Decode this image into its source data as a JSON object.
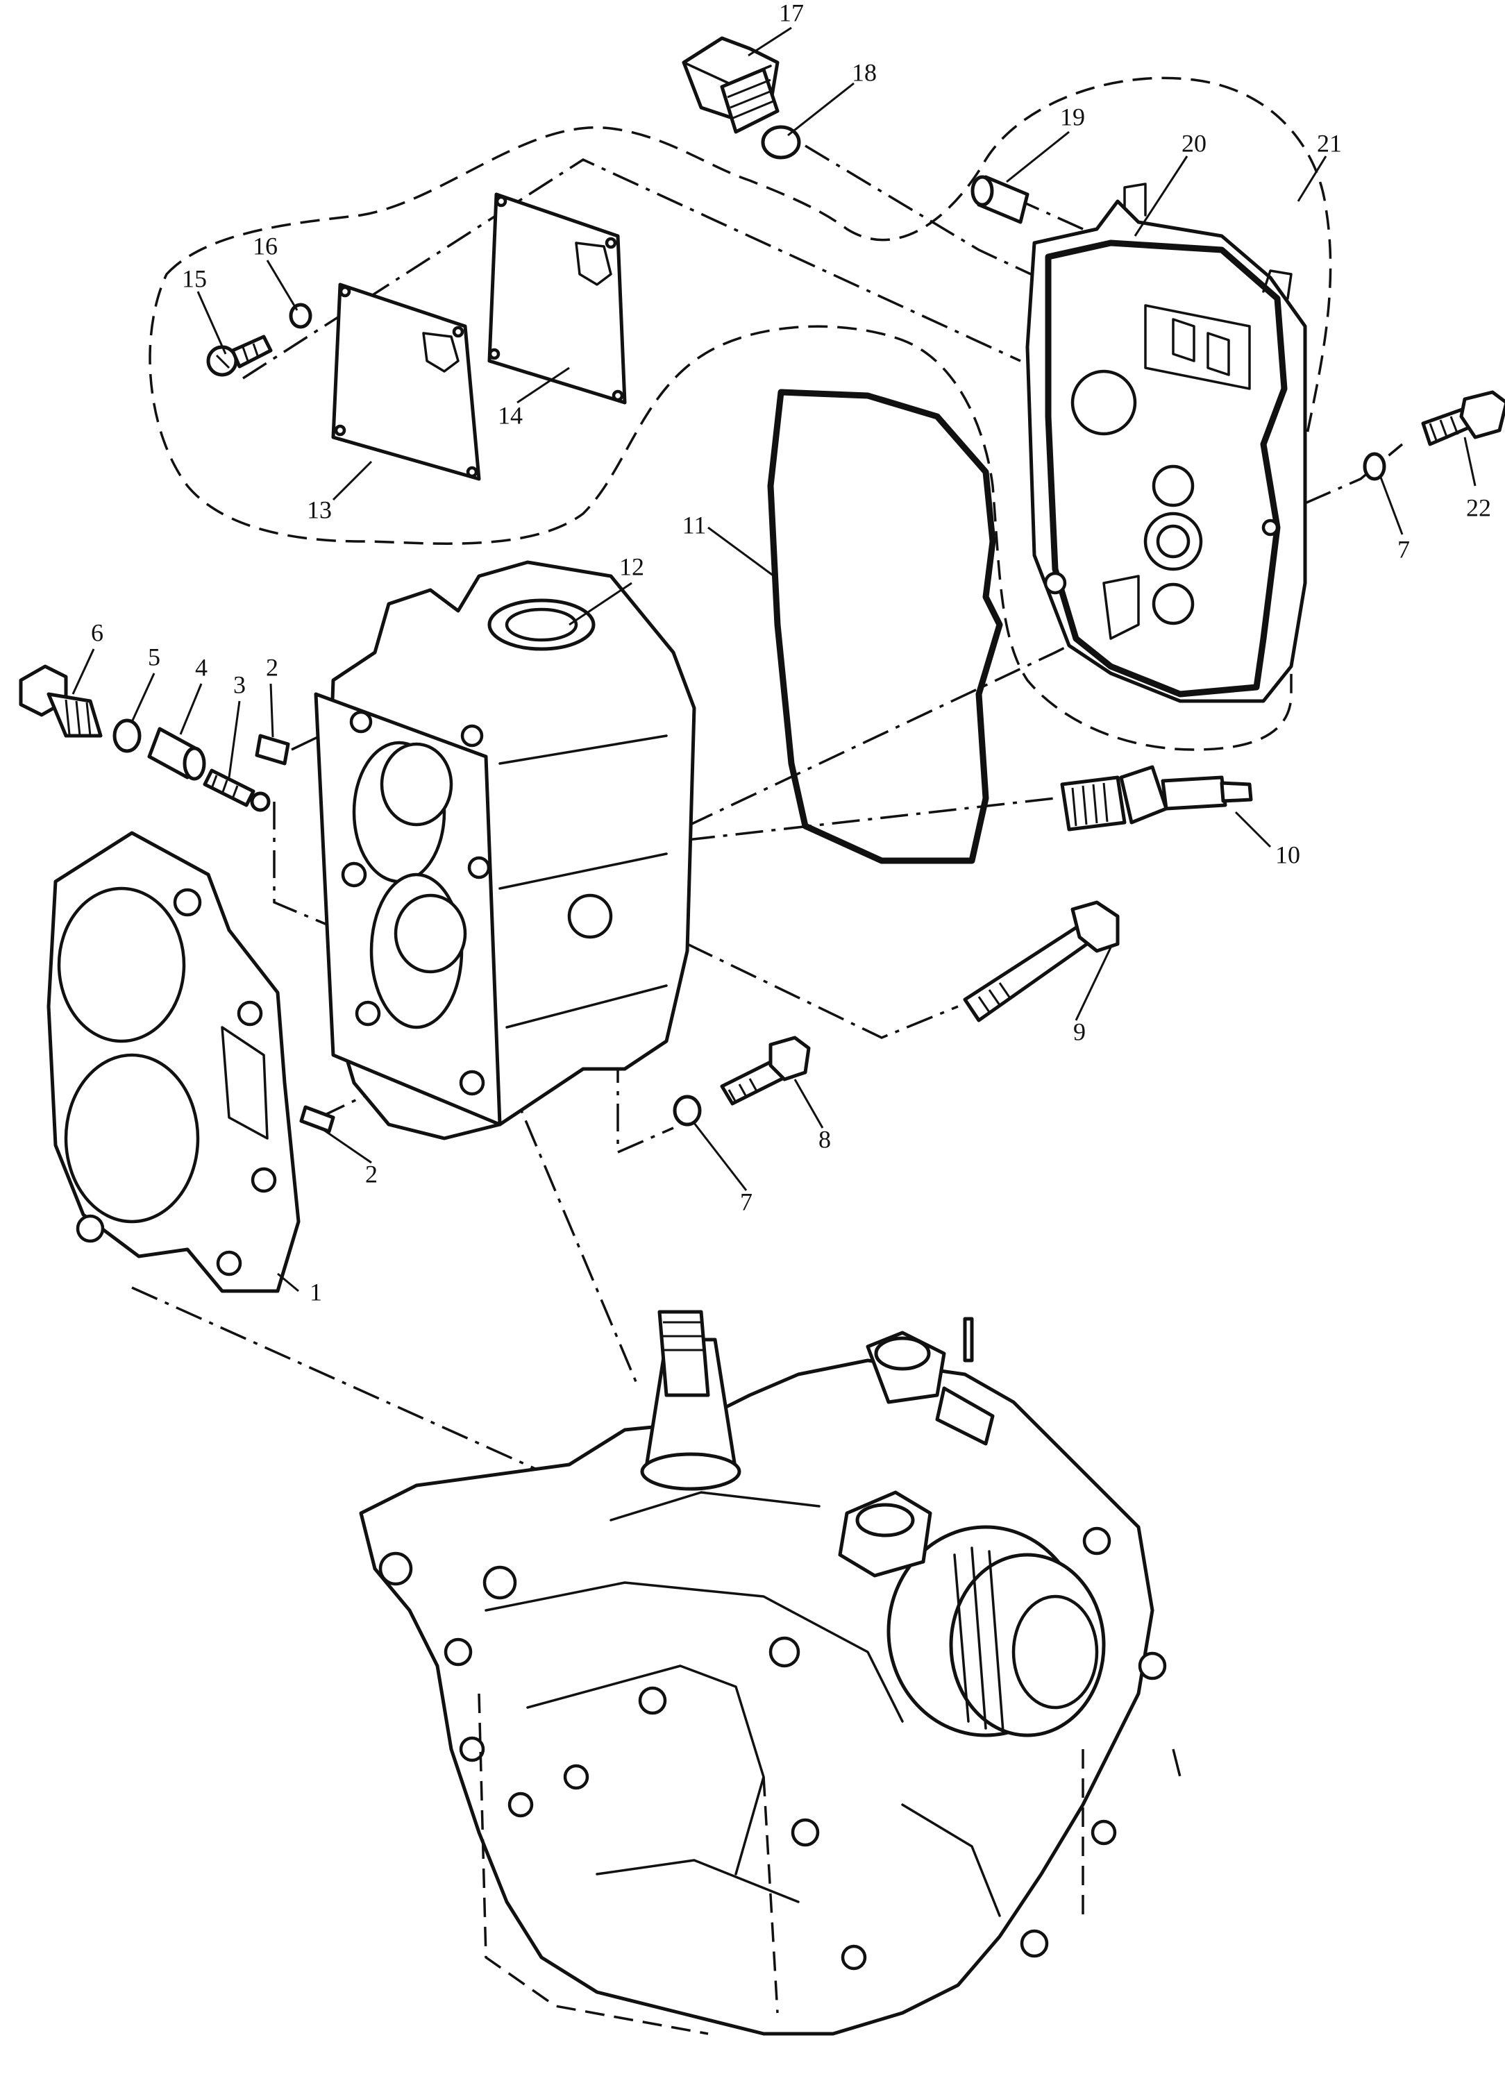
{
  "callouts": [
    {
      "id": "17",
      "text": "17"
    },
    {
      "id": "18",
      "text": "18"
    },
    {
      "id": "19",
      "text": "19"
    },
    {
      "id": "20",
      "text": "20"
    },
    {
      "id": "21",
      "text": "21"
    },
    {
      "id": "16",
      "text": "16"
    },
    {
      "id": "15",
      "text": "15"
    },
    {
      "id": "14",
      "text": "14"
    },
    {
      "id": "13",
      "text": "13"
    },
    {
      "id": "11",
      "text": "11"
    },
    {
      "id": "12",
      "text": "12"
    },
    {
      "id": "22",
      "text": "22"
    },
    {
      "id": "7a",
      "text": "7"
    },
    {
      "id": "6",
      "text": "6"
    },
    {
      "id": "5",
      "text": "5"
    },
    {
      "id": "4",
      "text": "4"
    },
    {
      "id": "3",
      "text": "3"
    },
    {
      "id": "2a",
      "text": "2"
    },
    {
      "id": "10",
      "text": "10"
    },
    {
      "id": "9",
      "text": "9"
    },
    {
      "id": "8",
      "text": "8"
    },
    {
      "id": "7b",
      "text": "7"
    },
    {
      "id": "2b",
      "text": "2"
    },
    {
      "id": "1",
      "text": "1"
    }
  ]
}
